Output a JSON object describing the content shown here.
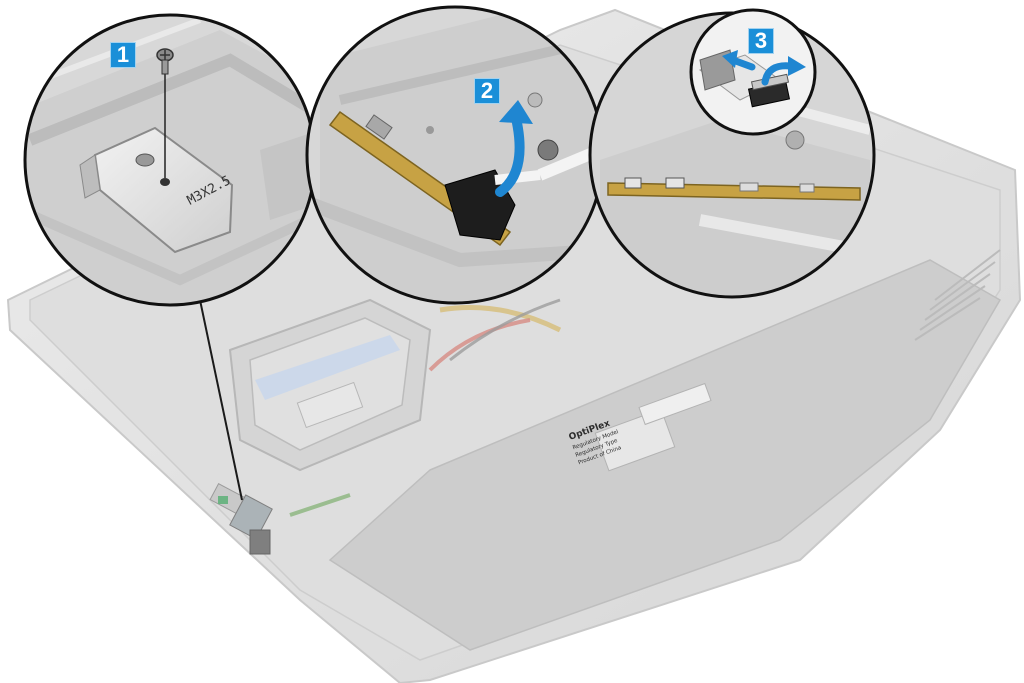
{
  "colors": {
    "badge": "#1a8fd8",
    "arrow": "#1f86d1",
    "chassis": "#d9d9d9",
    "chassis_edge": "#b5b5b5",
    "board": "#c7a244",
    "tape": "#1d1d1d",
    "callout_ring": "#111111"
  },
  "steps": [
    {
      "number": "1",
      "part_stamp": "M3X2.5",
      "icon": "screw-icon"
    },
    {
      "number": "2",
      "icon": "curved-arrow-icon"
    },
    {
      "number": "3",
      "icon": "connector-latch-icon"
    }
  ],
  "chassis_label": {
    "brand": "OptiPlex",
    "lines": [
      "Regulatory Model",
      "Regulatory Type",
      "Product of China"
    ]
  }
}
